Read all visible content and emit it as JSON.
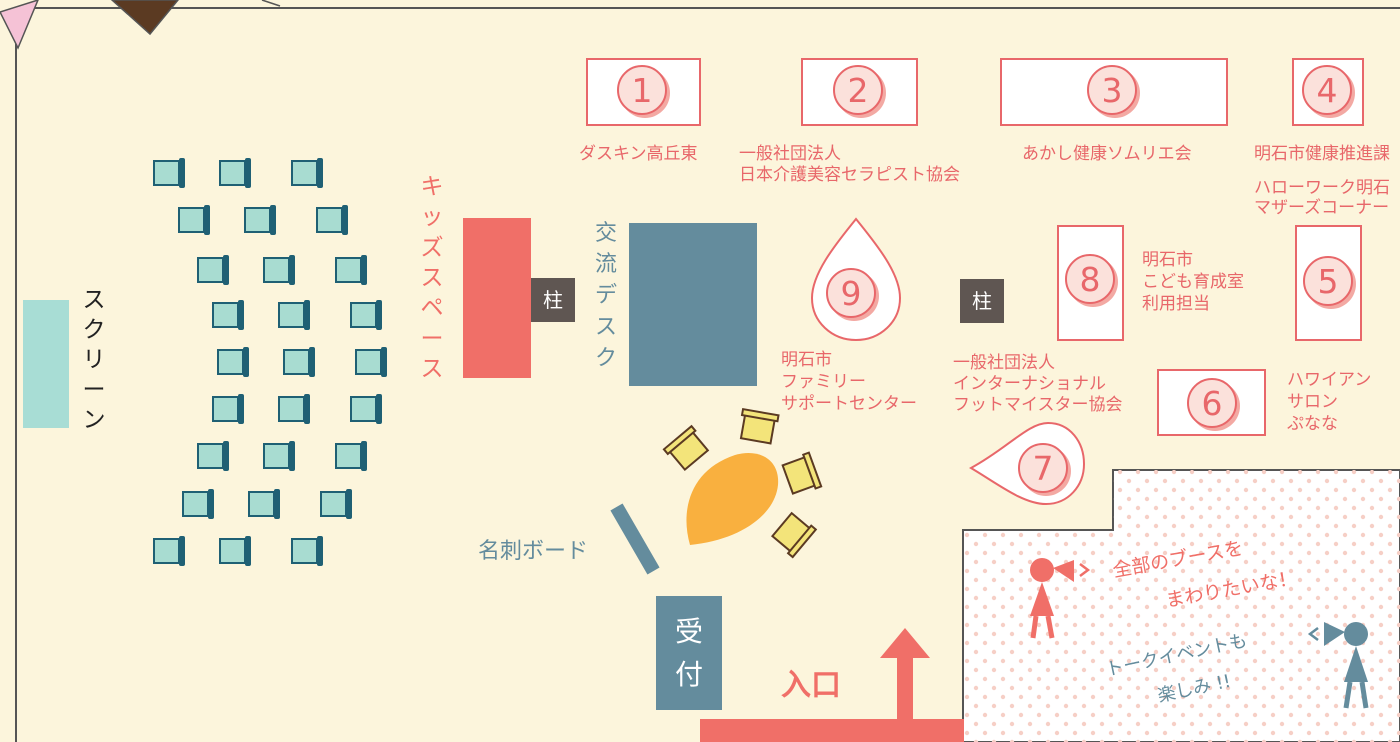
{
  "colors": {
    "floor": "#fcf5dc",
    "booth_border": "#e8676a",
    "kids_space": "#f06f68",
    "desk": "#648c9d",
    "screen": "#a8ddd5",
    "pillar": "#5f5652",
    "lounge": "#f9b03f",
    "chair_fill": "#a8dcd1",
    "chair_back": "#1f6074"
  },
  "screen": {
    "label": "スクリーン"
  },
  "kids_space": {
    "label": "キッズスペース"
  },
  "pillar_label": "柱",
  "exchange_desk": {
    "label": "交流デスク"
  },
  "business_card_board": {
    "label": "名刺ボード"
  },
  "reception": {
    "label": "受付"
  },
  "entrance": {
    "label": "入口"
  },
  "booths": [
    {
      "number": "1",
      "name": "ダスキン高丘東"
    },
    {
      "number": "2",
      "name_line1": "一般社団法人",
      "name_line2": "日本介護美容セラピスト協会"
    },
    {
      "number": "3",
      "name": "あかし健康ソムリエ会"
    },
    {
      "number": "4",
      "name": "明石市健康推進課",
      "name2_line1": "ハローワーク明石",
      "name2_line2": "マザーズコーナー"
    },
    {
      "number": "5",
      "name_line1": "ハワイアン",
      "name_line2": "サロン",
      "name_line3": "ぷなな"
    },
    {
      "number": "6"
    },
    {
      "number": "7",
      "name_line1": "一般社団法人",
      "name_line2": "インターナショナル",
      "name_line3": "フットマイスター協会"
    },
    {
      "number": "8",
      "name_line1": "明石市",
      "name_line2": "こども育成室",
      "name_line3": "利用担当"
    },
    {
      "number": "9",
      "name_line1": "明石市",
      "name_line2": "ファミリー",
      "name_line3": "サポートセンター"
    }
  ],
  "speech": {
    "left_line1": "全部のブースを",
    "left_line2": "まわりたいな！",
    "right_line1": "トークイベントも",
    "right_line2": "楽しみ !!"
  }
}
